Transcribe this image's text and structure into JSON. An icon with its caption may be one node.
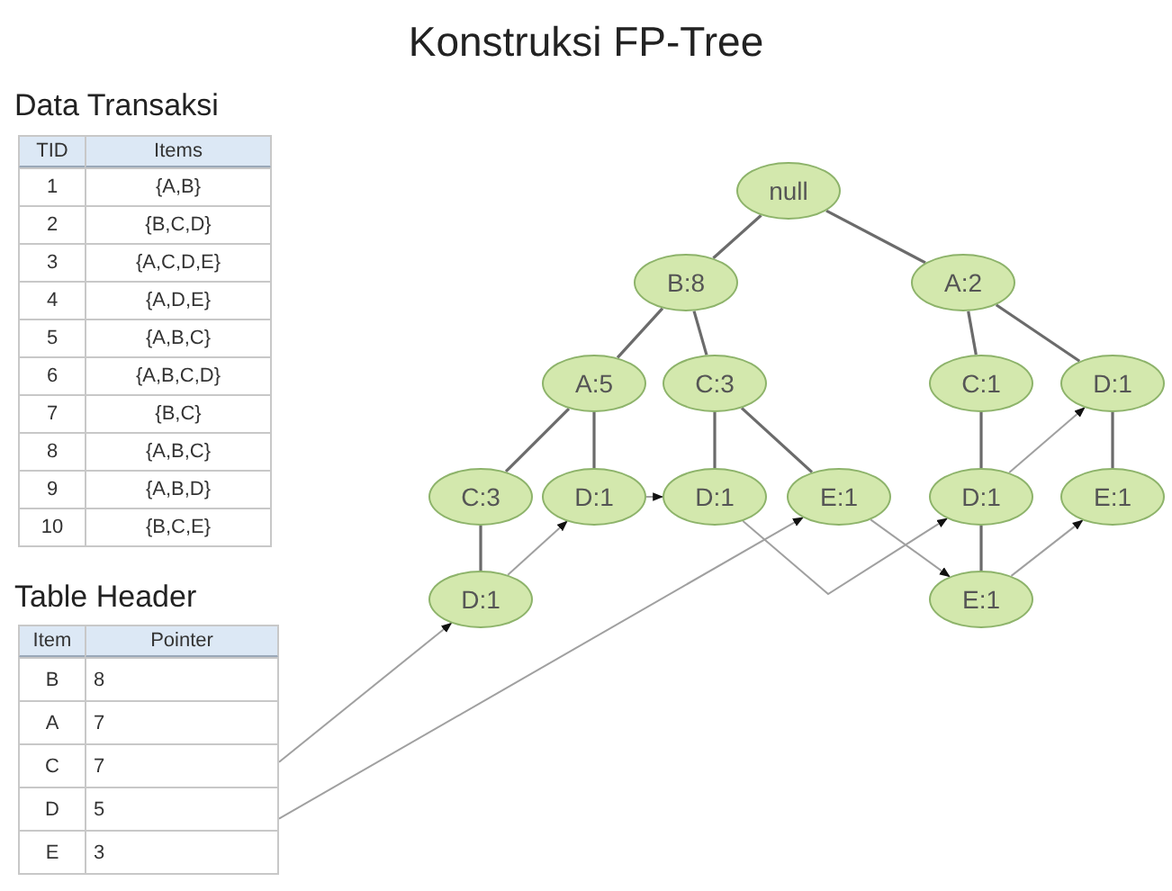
{
  "diagram": {
    "title": "Konstruksi FP-Tree",
    "nodes": [
      {
        "text": [
          "null"
        ]
      },
      {
        "text": [
          "B:8"
        ]
      },
      {
        "text": [
          "A:2"
        ]
      },
      {
        "text": [
          "A:5"
        ]
      },
      {
        "text": [
          "C:3"
        ]
      },
      {
        "text": [
          "C:1"
        ]
      },
      {
        "text": [
          "D:1"
        ]
      },
      {
        "text": [
          "C:3"
        ]
      },
      {
        "text": [
          "D:1"
        ]
      },
      {
        "text": [
          "D:1"
        ]
      },
      {
        "text": [
          "E:1"
        ]
      },
      {
        "text": [
          "D:1"
        ]
      },
      {
        "text": [
          "E:1"
        ]
      },
      {
        "text": [
          "D:1"
        ]
      },
      {
        "text": [
          "E:1"
        ]
      },
      {
        "text": [
          "5"
        ]
      },
      {
        "text": [
          "3"
        ]
      }
    ],
    "edges": [
      {
        "from": 0,
        "to": 1,
        "arrow": "none"
      },
      {
        "from": 0,
        "to": 2,
        "arrow": "none"
      },
      {
        "from": 1,
        "to": 3,
        "arrow": "none"
      },
      {
        "from": 1,
        "to": 4,
        "arrow": "none"
      },
      {
        "from": 2,
        "to": 5,
        "arrow": "none"
      },
      {
        "from": 2,
        "to": 6,
        "arrow": "none"
      },
      {
        "from": 3,
        "to": 7,
        "arrow": "none"
      },
      {
        "from": 3,
        "to": 8,
        "arrow": "none"
      },
      {
        "from": 4,
        "to": 9,
        "arrow": "none"
      },
      {
        "from": 4,
        "to": 10,
        "arrow": "none"
      },
      {
        "from": 5,
        "to": 11,
        "arrow": "none"
      },
      {
        "from": 6,
        "to": 12,
        "arrow": "none"
      },
      {
        "from": 7,
        "to": 13,
        "arrow": "none"
      },
      {
        "from": 11,
        "to": 14,
        "arrow": "none"
      },
      {
        "from": 15,
        "to": 13,
        "arrow": "to",
        "color": "#a0a0a0"
      },
      {
        "from": 13,
        "to": 8,
        "arrow": "to",
        "color": "#a0a0a0"
      },
      {
        "from": 8,
        "to": 9,
        "arrow": "to",
        "color": "#a0a0a0"
      },
      {
        "from": 9,
        "to": 11,
        "arrow": "to",
        "color": "#a0a0a0"
      },
      {
        "from": 11,
        "to": 6,
        "arrow": "to",
        "color": "#a0a0a0"
      },
      {
        "from": 16,
        "to": 10,
        "arrow": "to",
        "color": "#a0a0a0"
      },
      {
        "from": 10,
        "to": 14,
        "arrow": "to",
        "color": "#a0a0a0"
      },
      {
        "from": 14,
        "to": 12,
        "arrow": "to",
        "color": "#a0a0a0"
      }
    ],
    "labels": [
      "Data Transaksi",
      "TID",
      "Items",
      "1",
      "{A,B}",
      "2",
      "{B,C,D}",
      "3",
      "{A,C,D,E}",
      "4",
      "{A,D,E}",
      "5",
      "{A,B,C}",
      "6",
      "{A,B,C,D}",
      "7",
      "{B,C}",
      "8",
      "{A,B,C}",
      "9",
      "{A,B,D}",
      "10",
      "{B,C,E}",
      "Table Header",
      "Item",
      "Pointer",
      "B",
      "8",
      "A",
      "7",
      "C",
      "7",
      "D",
      "E"
    ]
  }
}
